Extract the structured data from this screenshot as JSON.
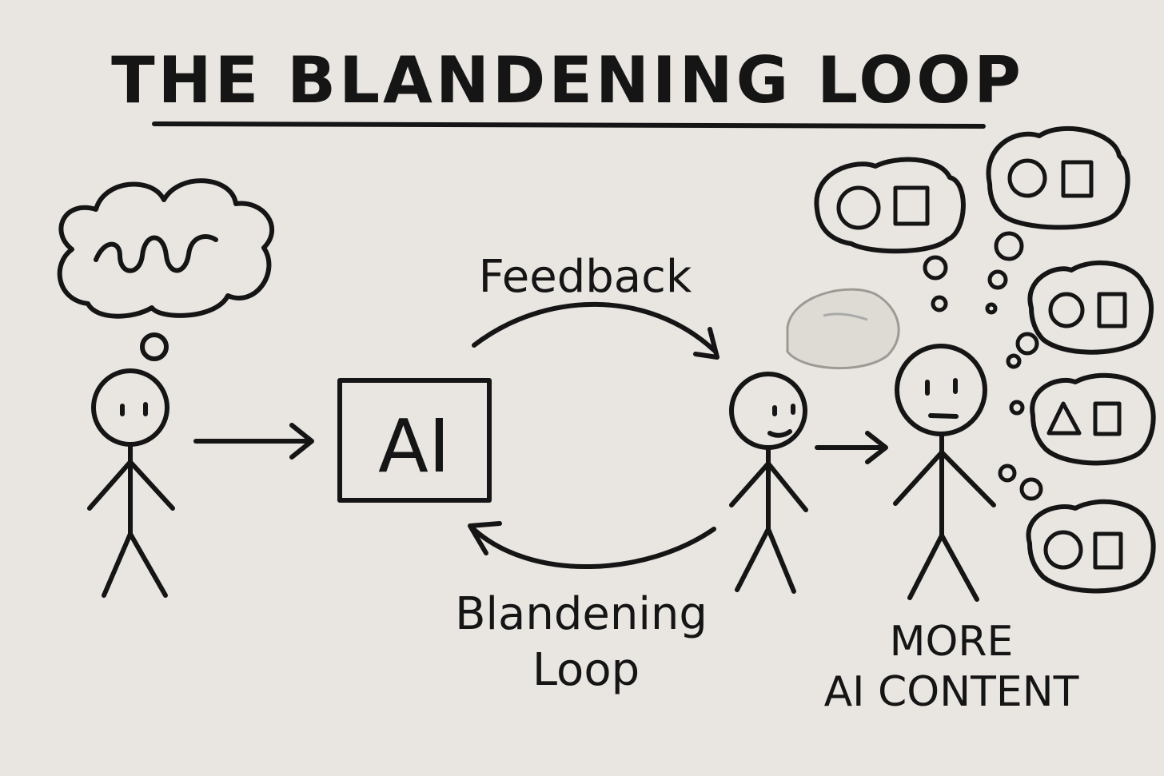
{
  "title": "THE BLANDENING LOOP",
  "ai_box_label": "AI",
  "arrow_top_label": "Feedback",
  "arrow_bottom_label_line1": "Blandening",
  "arrow_bottom_label_line2": "Loop",
  "output_label_line1": "MORE",
  "output_label_line2": "AI CONTENT",
  "colors": {
    "background": "#e9e6e1",
    "ink": "#151515"
  },
  "icons": [
    "wavy-thought-icon",
    "circle-square-icon",
    "triangle-square-icon",
    "stick-figure-icon",
    "arrow-icon"
  ]
}
